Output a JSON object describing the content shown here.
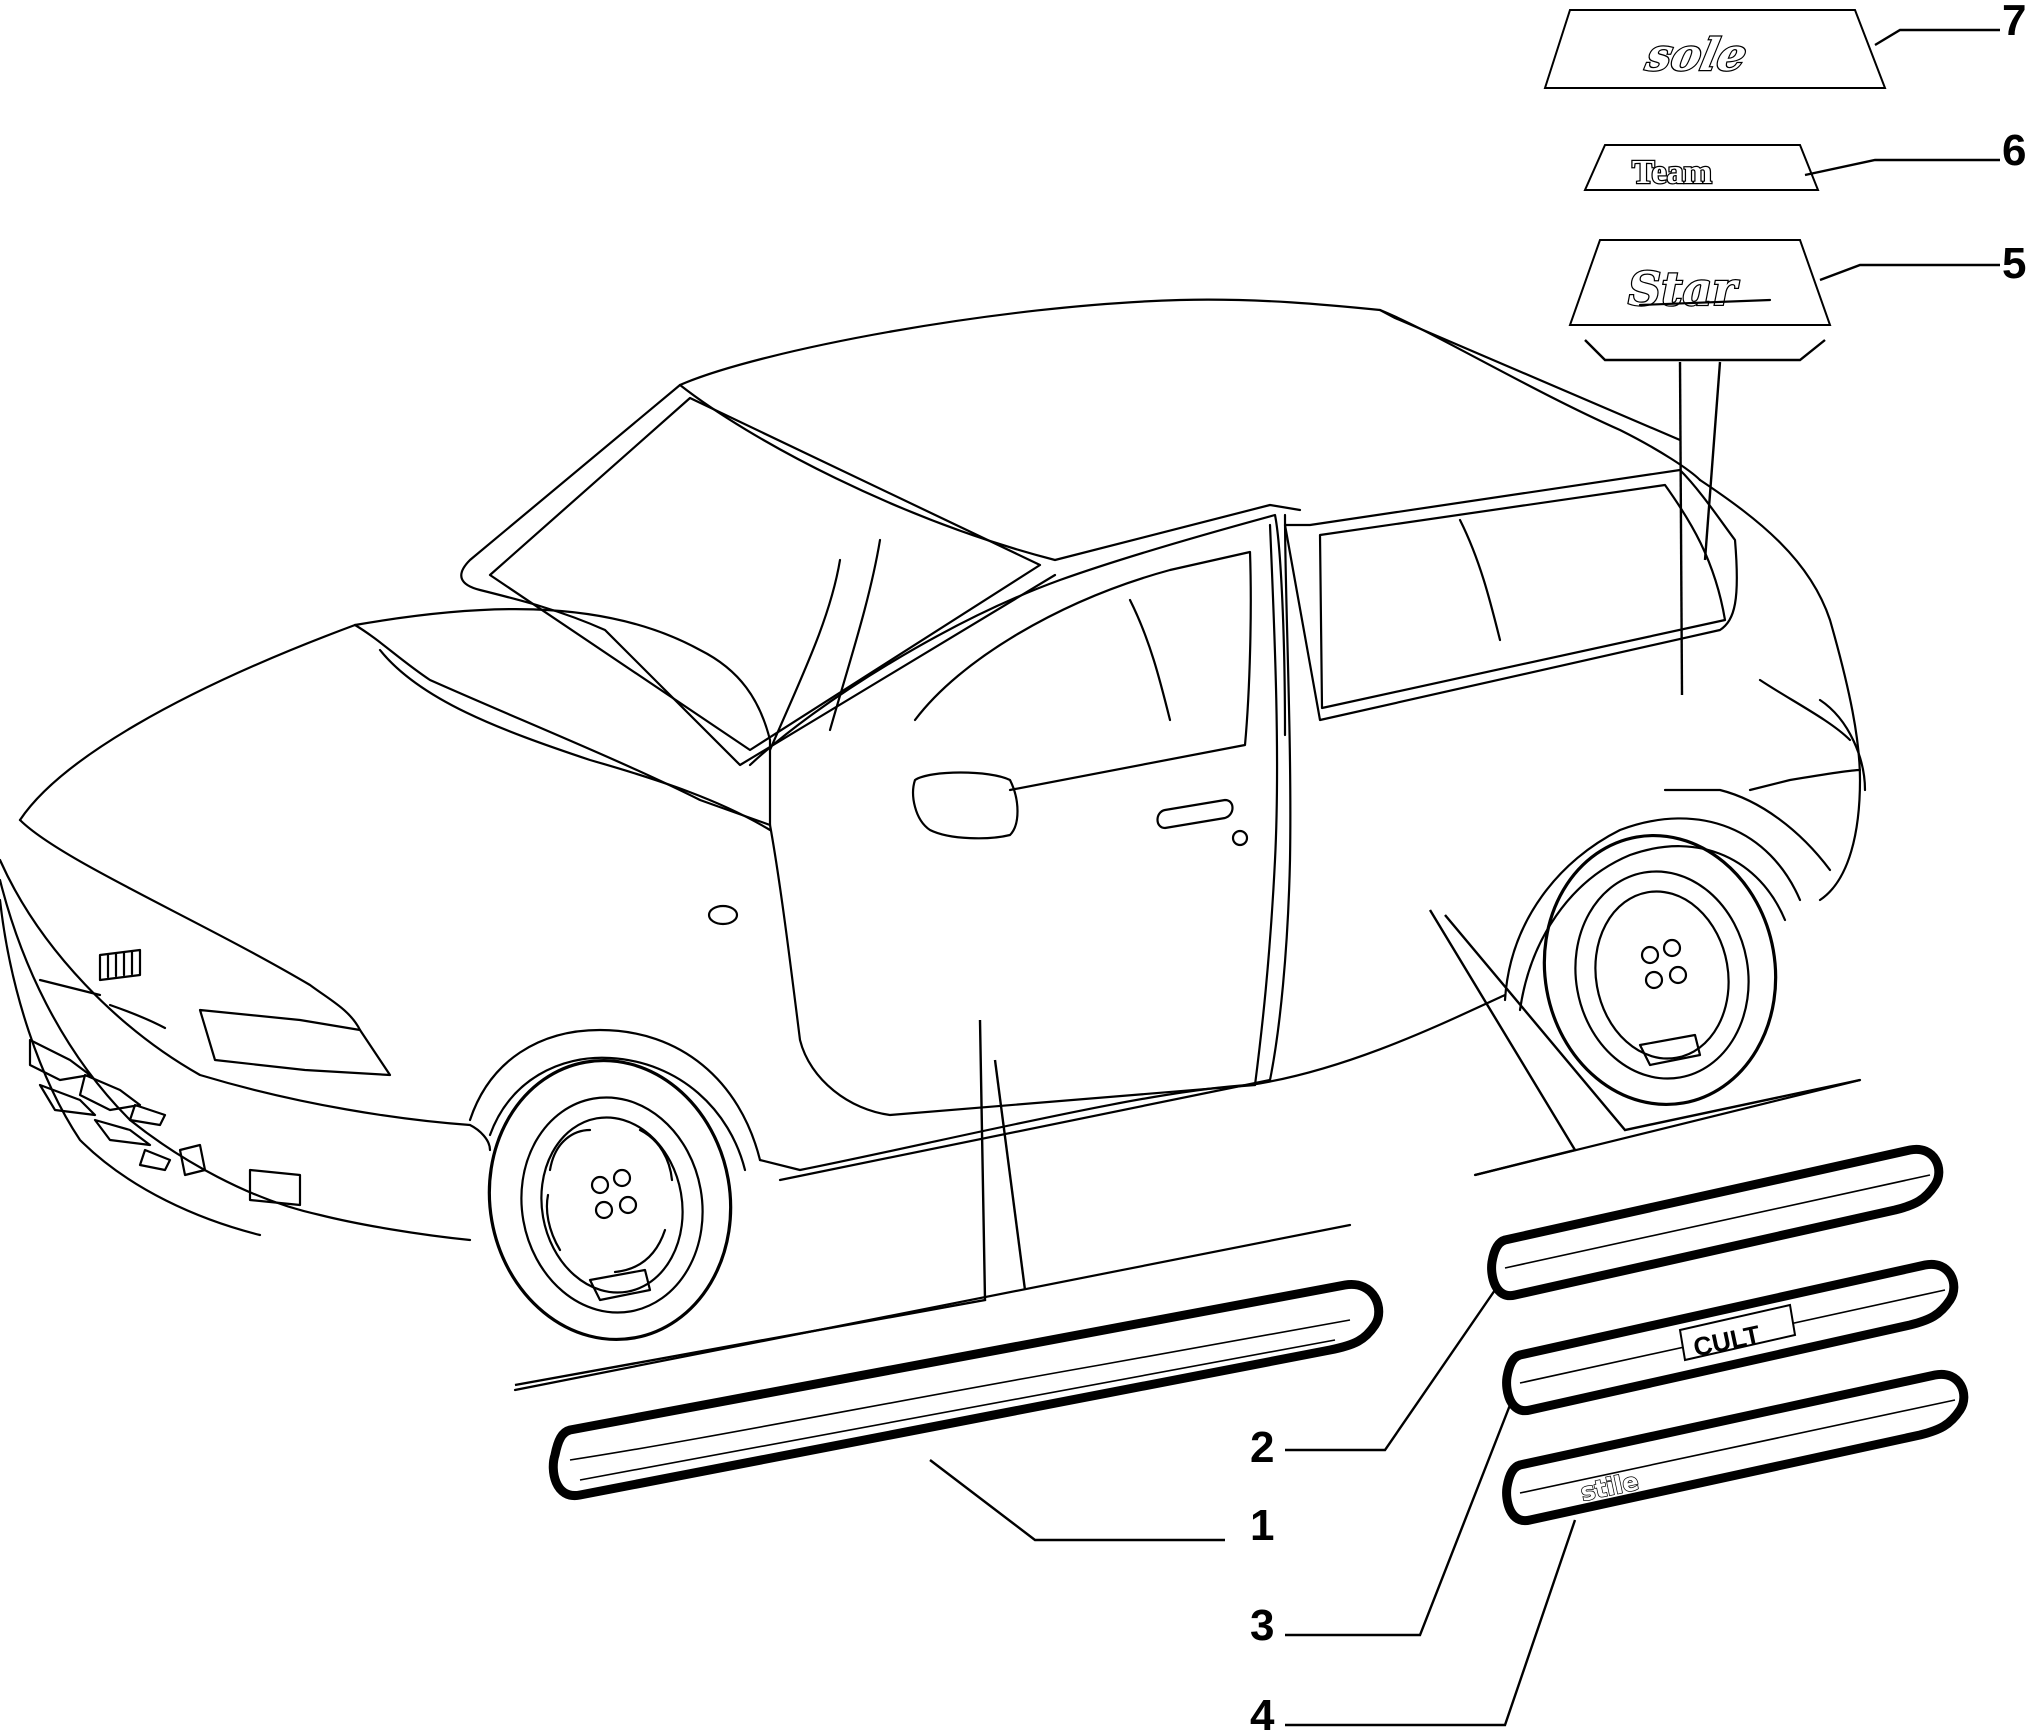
{
  "diagram": {
    "callouts": [
      {
        "number": "1"
      },
      {
        "number": "2"
      },
      {
        "number": "3"
      },
      {
        "number": "4"
      },
      {
        "number": "5"
      },
      {
        "number": "6"
      },
      {
        "number": "7"
      }
    ],
    "badges": {
      "sole": "sole",
      "team": "Team",
      "star": "Star",
      "cult": "CULT",
      "stile": "stile"
    }
  }
}
